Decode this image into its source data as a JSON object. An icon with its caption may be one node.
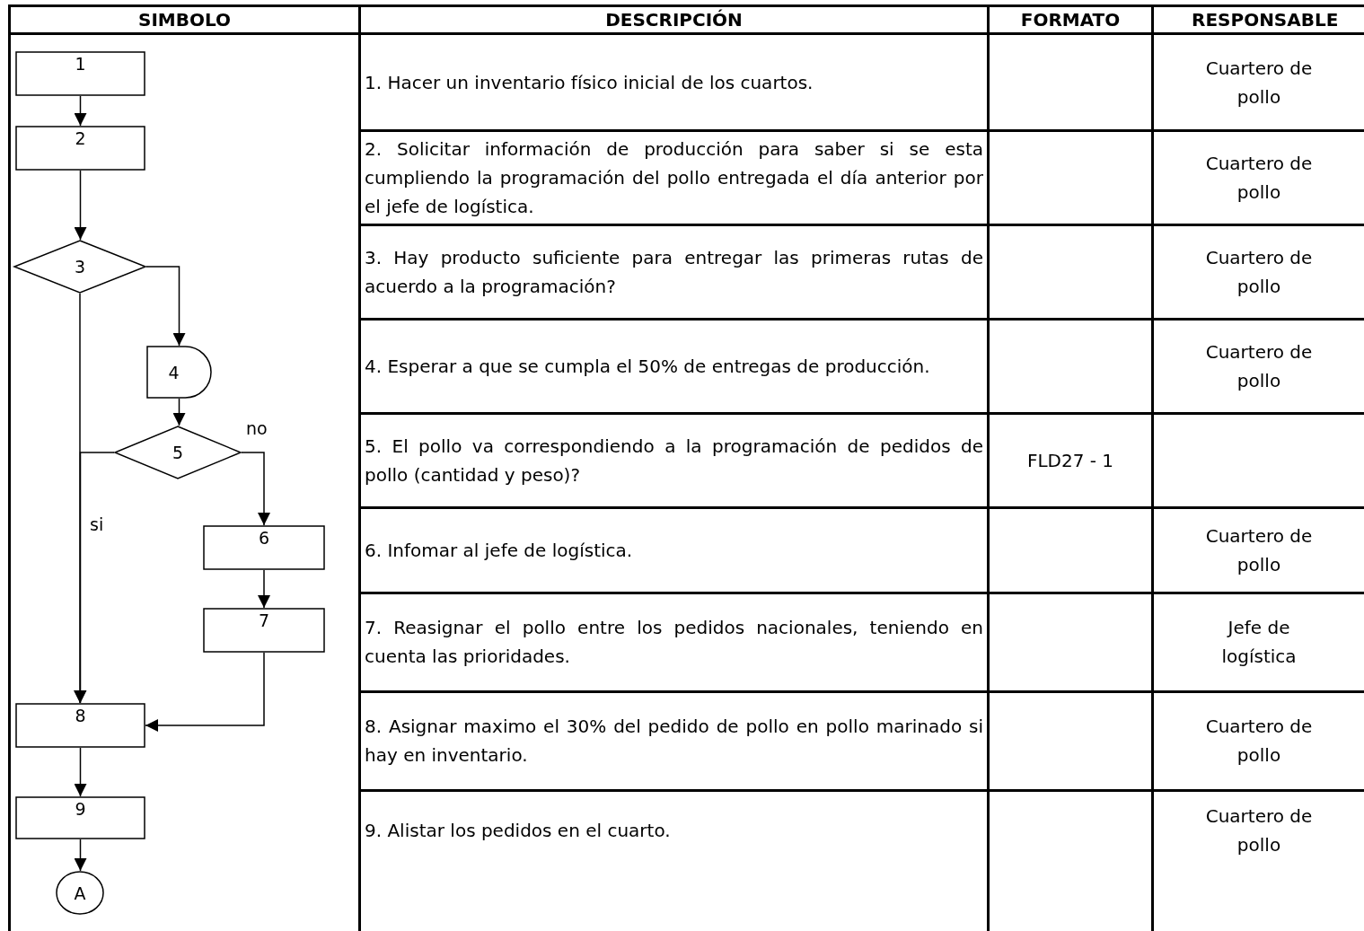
{
  "diagram": {
    "nodes": [
      {
        "text": [
          "1"
        ]
      },
      {
        "text": [
          "2"
        ]
      },
      {
        "text": [
          "3"
        ]
      },
      {
        "text": [
          "4"
        ]
      },
      {
        "text": [
          "5"
        ]
      },
      {
        "text": [
          "6"
        ]
      },
      {
        "text": [
          "7"
        ]
      },
      {
        "text": [
          "8"
        ]
      },
      {
        "text": [
          "9"
        ]
      },
      {
        "text": [
          "A"
        ]
      }
    ],
    "edges": [
      {
        "from": 0,
        "to": 1,
        "arrow": "to"
      },
      {
        "from": 1,
        "to": 2,
        "arrow": "to"
      },
      {
        "from": 2,
        "to": 3,
        "arrow": "to"
      },
      {
        "from": 3,
        "to": 4,
        "arrow": "to"
      },
      {
        "from": 4,
        "to": 5,
        "arrow": "to",
        "label": "no"
      },
      {
        "from": 5,
        "to": 6,
        "arrow": "to"
      },
      {
        "from": 6,
        "to": 7,
        "arrow": "to"
      },
      {
        "from": 2,
        "to": 7,
        "arrow": "to"
      },
      {
        "from": 4,
        "to": 7,
        "arrow": "to",
        "label": "si"
      },
      {
        "from": 7,
        "to": 8,
        "arrow": "to"
      },
      {
        "from": 8,
        "to": 9,
        "arrow": "to"
      }
    ],
    "labels": [
      "SIMBOLO",
      "DESCRIPCIÓN",
      "FORMATO",
      "RESPONSABLE",
      "1. Hacer un inventario físico inicial de los cuartos.",
      "Cuartero de pollo",
      "2. Solicitar información de producción para saber si se esta cumpliendo la programación del pollo entregada el día anterior por el jefe de logística.",
      "Cuartero de pollo",
      "3. Hay producto suficiente para entregar las primeras rutas de acuerdo a la programación?",
      "Cuartero de pollo",
      "4. Esperar a que se cumpla el 50% de entregas de producción.",
      "Cuartero de pollo",
      "5. El pollo va correspondiendo a la programación de pedidos de pollo (cantidad y peso)?",
      "FLD27 - 1",
      "6. Infomar al jefe de logística.",
      "Cuartero de pollo",
      "7. Reasignar el pollo entre los pedidos nacionales, teniendo en cuenta las prioridades.",
      "Jefe de logística",
      "8. Asignar maximo el 30% del pedido de pollo en pollo marinado si hay en inventario.",
      "Cuartero de pollo",
      "9.  Alistar los pedidos en el cuarto.",
      "Cuartero de pollo"
    ]
  }
}
